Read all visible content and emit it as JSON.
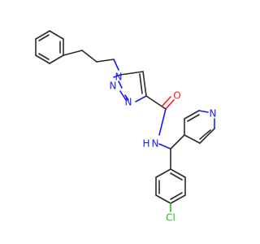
{
  "colors": {
    "background": "#ffffff",
    "carbon_bond": "#2b2b2b",
    "nitrogen": "#1a1aff",
    "oxygen": "#ff1a1a",
    "chlorine": "#1fbf1f"
  },
  "atoms": {
    "triazole_n1": "N",
    "triazole_n2": "N",
    "triazole_n3": "N",
    "amide_n": "N",
    "amide_h": "H",
    "amide_o": "O",
    "pyridine_n": "N",
    "chloro": "Cl"
  }
}
